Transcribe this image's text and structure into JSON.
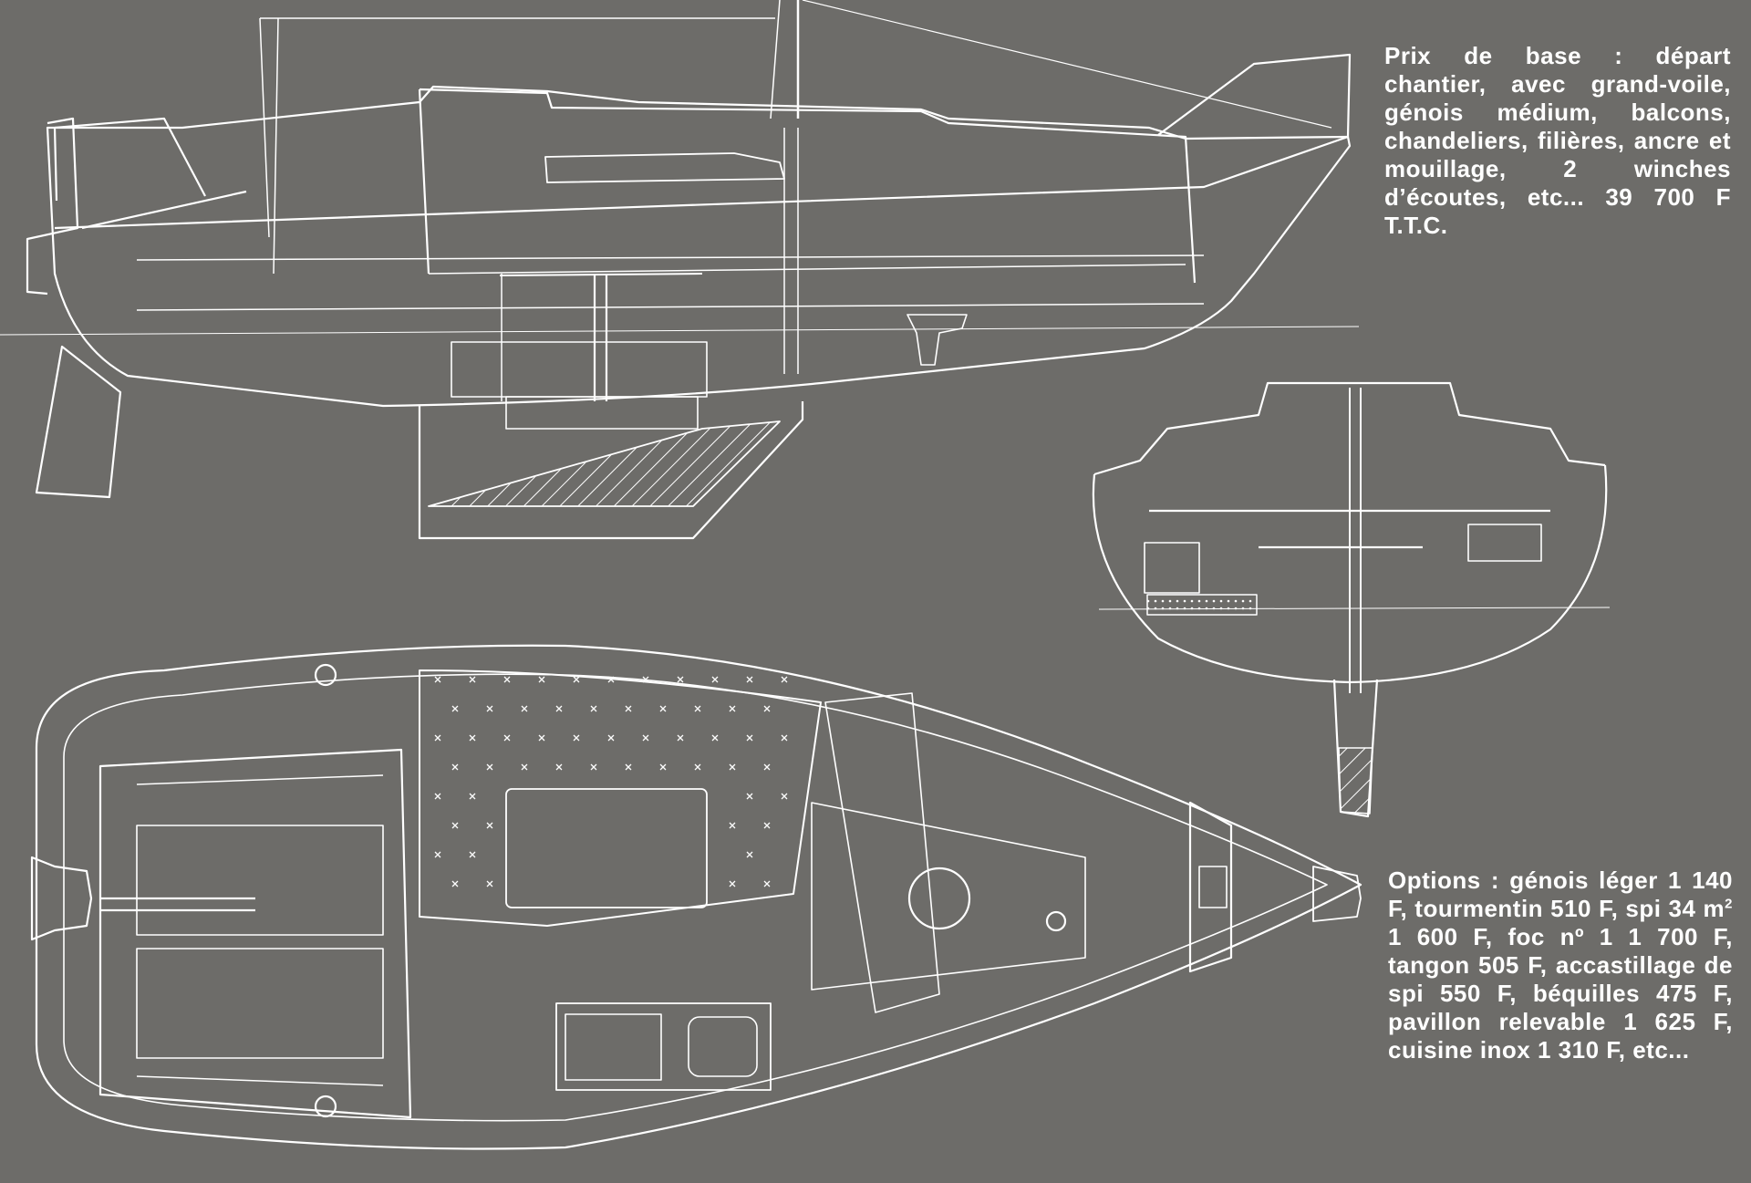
{
  "captions": {
    "base_price": "Prix de base : départ chantier, avec grand-voile, génois médium, balcons, chandeliers, filières, ancre et mouillage, 2 winches d’écoutes, etc... 39 700 F T.T.C.",
    "options": {
      "before_sup": "Options : génois léger 1 140 F, tourmentin 510 F, spi 34 m",
      "sup": "2",
      "after_sup": " 1 600 F, foc nº 1 1 700 F, tangon 505 F, accastillage de spi 550 F, béquilles 475 F, pavillon relevable 1 625 F, cuisine inox 1 310 F, etc..."
    }
  },
  "colors": {
    "background": "#6d6c69",
    "lines": "#ffffff"
  }
}
